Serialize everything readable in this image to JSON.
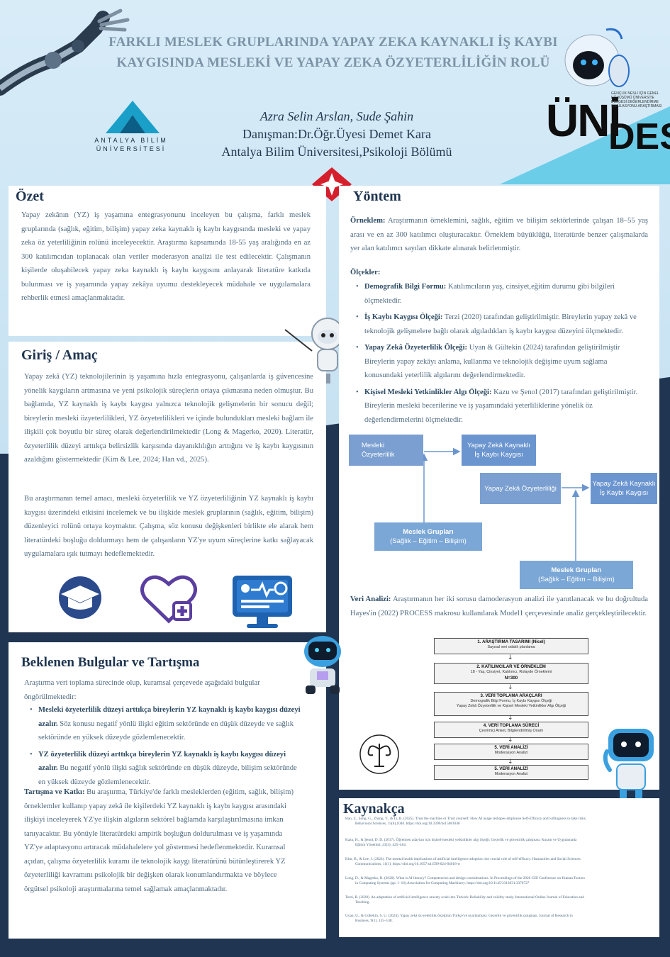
{
  "title": "FARKLI MESLEK GRUPLARINDA YAPAY ZEKA KAYNAKLI İŞ KAYBI KAYGISINDA MESLEKİ VE YAPAY ZEKA ÖZYETERLİLİĞİN ROLÜ",
  "authors": {
    "names": "Azra Selin Arslan, Sude Şahin",
    "advisor": "Danışman:Dr.Öğr.Üyesi Demet Kara",
    "affiliation": "Antalya Bilim Üniversitesi,Psikoloji Bölümü"
  },
  "logos": {
    "abu_line1": "ANTALYA BİLİM",
    "abu_line2": "ÜNİVERSİTESİ",
    "unides_uni": "ÜNİ",
    "unides_des": "DES",
    "unides_small": "GENÇLİK NESLİ İÇİN GENEL DÖNÜŞÜMÜ ÜNİVERSİTE BÖLGESİ DEĞERLENDİRME SİMÜLASYONU ARAŞTIRMASI"
  },
  "ozet": {
    "heading": "Özet",
    "text": "Yapay zekânın (YZ) iş yaşamına entegrasyonunu inceleyen bu çalışma, farklı meslek gruplarında (sağlık, eğitim, bilişim) yapay zeka kaynaklı iş kaybı kaygısında mesleki ve yapay zeka öz yeterliliğinin rolünü inceleyecektir. Araştırma kapsamında 18-55 yaş aralığında en az 300 katılımcıdan toplanacak olan veriler moderasyon analizi ile test edilecektir. Çalışmanın kişilerde oluşabilecek yapay zeka kaynaklı iş kaybı kaygısını anlayarak literatüre katkıda bulunması ve  iş yaşamında yapay zekâya uyumu destekleyecek müdahale ve uygulamalara rehberlik etmesi amaçlanmaktadır."
  },
  "giris": {
    "heading": "Giriş / Amaç",
    "p1": "Yapay zekâ (YZ) teknolojilerinin iş yaşamına hızla entegrasyonu, çalışanlarda iş güvencesine yönelik kaygıların artmasına ve yeni psikolojik süreçlerin ortaya çıkmasına neden olmuştur. Bu bağlamda, YZ kaynaklı iş kaybı kaygısı yalnızca teknolojik gelişmelerin bir sonucu değil; bireylerin mesleki özyeterlilikleri, YZ özyeterlilikleri ve içinde bulundukları mesleki bağlam ile ilişkili çok boyutlu bir süreç olarak değerlendirilmektedir (Long & Magerko, 2020). Literatür, özyeterlilik düzeyi arttıkça belirsizlik karşısında dayanıklılığın arttığını ve iş kaybı kaygısının azaldığını göstermektedir (Kim & Lee, 2024; Han vd., 2025).",
    "p2": "Bu araştırmanın temel amacı, mesleki özyeterlilik ve YZ özyeterliliğinin YZ kaynaklı iş kaybı kaygısı üzerindeki etkisini incelemek ve bu ilişkide meslek gruplarının (sağlık, eğitim, bilişim) düzenleyici rolünü ortaya koymaktır. Çalışma, söz konusu değişkenleri birlikte ele alarak hem literatürdeki boşluğu doldurmayı hem de çalışanların YZ'ye uyum süreçlerine katkı sağlayacak uygulamalara ışık tutmayı hedeflemektedir."
  },
  "bulgular": {
    "heading": "Beklenen Bulgular ve Tartışma",
    "intro": "Araştırma veri toplama sürecinde olup, kuramsal çerçevede aşağıdaki bulgular öngörülmektedir:",
    "b1_bold": "Mesleki özyeterlilik düzeyi arttıkça bireylerin  YZ kaynaklı iş kaybı kaygısı düzeyi azalır.",
    "b1_text": " Söz konusu negatif yönlü ilişki eğitim sektöründe en düşük düzeyde ve sağlık sektöründe en yüksek düzeyde gözlemlenecektir.",
    "b2_bold": "YZ özyeterlilik düzeyi arttıkça bireylerin YZ kaynaklı iş kaybı kaygısı düzeyi azalır.",
    "b2_text": " Bu negatif yönlü ilişki sağlık sektöründe en düşük düzeyde, bilişim sektöründe en yüksek düzeyde gözlemlenecektir.",
    "tk_bold": "Tartışma ve Katkı:",
    "tk_text": " Bu araştırma, Türkiye'de farklı mesleklerden (eğitim, sağlık, bilişim) örneklemler kullanıp yapay zekâ ile kişilerdeki YZ kaynaklı iş kaybı kaygısı arasındaki ilişkiyi inceleyerek YZ'ye ilişkin algıların sektörel bağlamda karşılaştırılmasına imkan tanıyacaktır.   Bu yönüyle literatürdeki ampirik boşluğun doldurulması ve iş yaşamında YZ'ye adaptasyonu artıracak müdahalelere yol göstermesi hedeflenmektedir. Kuramsal açıdan, çalışma özyeterlilik kuramı ile teknolojik kaygı literatürünü bütünleştirerek YZ özyeterliliği kavramını psikolojik bir değişken olarak konumlandırmakta ve böylece örgütsel psikoloji araştırmalarına temel sağlamak amaçlanmaktadır."
  },
  "yontem": {
    "heading": "Yöntem",
    "orneklem_bold": "Örneklem:",
    "orneklem_text": "  Araştırmanın örneklemini, sağlık, eğitim ve bilişim sektörlerinde çalışan 18–55 yaş arası ve en az 300 katılımcı oluşturacaktır.  Örneklem büyüklüğü, literatürde benzer çalışmalarda yer alan katılımcı sayıları dikkate alınarak belirlenmiştir.",
    "olcekler_heading": "Ölçekler:",
    "o1_bold": "Demografik Bilgi Formu:",
    "o1_text": " Katılımcıların yaş, cinsiyet,eğitim durumu gibi bilgileri ölçmektedir.",
    "o2_bold": "İş Kaybı Kaygısı Ölçeği:",
    "o2_text": " Terzi (2020) tarafından geliştirilmiştir. Bireylerin yapay zekâ ve teknolojik gelişmelere bağlı olarak algıladıkları iş kaybı kaygısı düzeyini ölçmektedir.",
    "o3_bold": "Yapay Zekâ Özyeterlilik Ölçeği:",
    "o3_text": " Uyan & Gültekin (2024) tarafından geliştirilmiştir Bireylerin yapay zekâyı anlama, kullanma ve teknolojik değişime uyum sağlama konusundaki yeterlilik algılarını değerlendirmektedir.",
    "o4_bold": "Kişisel Mesleki Yetkinlikler Algı Ölçeği:",
    "o4_text": " Kazu ve Şenol (2017) tarafından geliştirilmiştir. Bireylerin mesleki becerilerine ve iş yaşamındaki yeterliliklerine yönelik öz değerlendirmelerini ölçmektedir.",
    "veri_bold": "Veri Analizi:",
    "veri_text": " Araştırmanın her iki sorusu damoderasyon analizi ile yanıtlanacak ve bu doğrultuda Hayes'in (2022) PROCESS makrosu kullanılarak Model1 çerçevesinde analiz gerçekleştirilecektir."
  },
  "model": {
    "m1_a": "Mesleki",
    "m1_b": "Özyeterlilik",
    "m1_out_a": "Yapay Zekâ Kaynaklı",
    "m1_out_b": "İş Kaybı Kaygısı",
    "m1_mod_a": "Meslek Grupları",
    "m1_mod_b": "(Sağlık – Eğitim – Bilişim)",
    "m2_in": "Yapay Zekâ Özyeterliliği",
    "m2_out_a": "Yapay Zekâ Kaynaklı",
    "m2_out_b": "İş Kaybı Kaygısı",
    "m2_mod_a": "Meslek Grupları",
    "m2_mod_b": "(Sağlık – Eğitim – Bilişim)"
  },
  "steps": [
    {
      "a": "1. ARAŞTIRMA TASARIMI (Nicel)",
      "b": "Sayısal veri odaklı planlama"
    },
    {
      "a": "2. KATILIMCILAR VE ÖRNEKLEM",
      "b": "18 - Yaş, Cinsiyet, Katılımcı, Rolayde Örneklemi",
      "c": "N=300"
    },
    {
      "a": "3. VERİ TOPLAMA ARAÇLARI",
      "b": "Demografik Bilgi Formu, İş Kaybı Kaygısı Ölçeği",
      "c": "Yapay Zekâ Özyeterlilik ve Kişisel Mesleki Yetkinlikler Algı Ölçeği"
    },
    {
      "a": "4. VERİ TOPLAMA SÜRECİ",
      "b": "Çevrimiçi Anket, Bilgilendirilmiş Onam"
    },
    {
      "a": "5. VERİ ANALİZİ",
      "b": "Moderasyon Analizi"
    },
    {
      "a": "5. VERİ ANALİZİ",
      "b": "Moderasyon Analizi"
    }
  ],
  "kaynakca": {
    "heading": "Kaynakça",
    "refs": [
      {
        "a": "Han, Z., Song, G., Zhang, Y., & Li, B. (2025). Trust the machine or Trust yourself: How AI usage reshapes employee Self-Efficacy and willingness to take risks.",
        "b": "Behavioral Sciences, 15(8),1046.  https://doi.org/10.3390/bs15081046"
      },
      {
        "a": "Kazu, H., & Şenol, D. D. (2017). Öğretmen adayları için kişisel-mesleki yetkinlikler algı ölçeği: Geçerlik ve güvenirlik çalışması. Kuram ve Uygulamada",
        "b": "Eğitim Yönetimi, 23(3), 425–464."
      },
      {
        "a": "Kim, B., & Lee, J. (2024). The mental health implications of artificial intelligence adoption: the crucial role of self-efficacy. Humanities and Social Sciences",
        "b": "Communications, 11(1). https://doi.org/10.1057/s41599-024-04018-w"
      },
      {
        "a": "Long, D., & Magerko, B. (2020). What is AI literacy? Competencies and design considerations. In Proceedings  of the 2020 CHI Conference on Human Factors",
        "b": "in Computing Systems (pp. 1–16).Association for Computing  Machinery. https://doi.org/10.1145/3313831.3376727"
      },
      {
        "a": "Terzi, R. (2020). An adaptation of artificial intelligence anxiety scale into Turkish: Reliability and validity study. International Online Journal of Education and",
        "b": "Teaching."
      },
      {
        "a": "Uyan, U., & Gültekin, S. U. (2024). Yapay zekâ öz-yeterlilik ölçeğinin Türkçe'ye uyarlanması: Geçerlik ve güvenirlik çalışması. Journal of Research in",
        "b": "Business, 9(1), 135–148."
      }
    ]
  },
  "colors": {
    "navy": "#1f3551",
    "sky": "#cfe6f4",
    "accent": "#5bc8e6",
    "flow_box": "#7a9fd0",
    "icon_blue": "#2b4a8c",
    "icon_purple": "#5a3fa0"
  },
  "icons": [
    "robot-arm-icon",
    "robot-head-icon",
    "graduation-cap-icon",
    "heart-plus-icon",
    "medical-monitor-icon",
    "robot-teacher-icon",
    "robot-mascot-icon",
    "uterus-logo-icon",
    "university-emblem-icon"
  ]
}
